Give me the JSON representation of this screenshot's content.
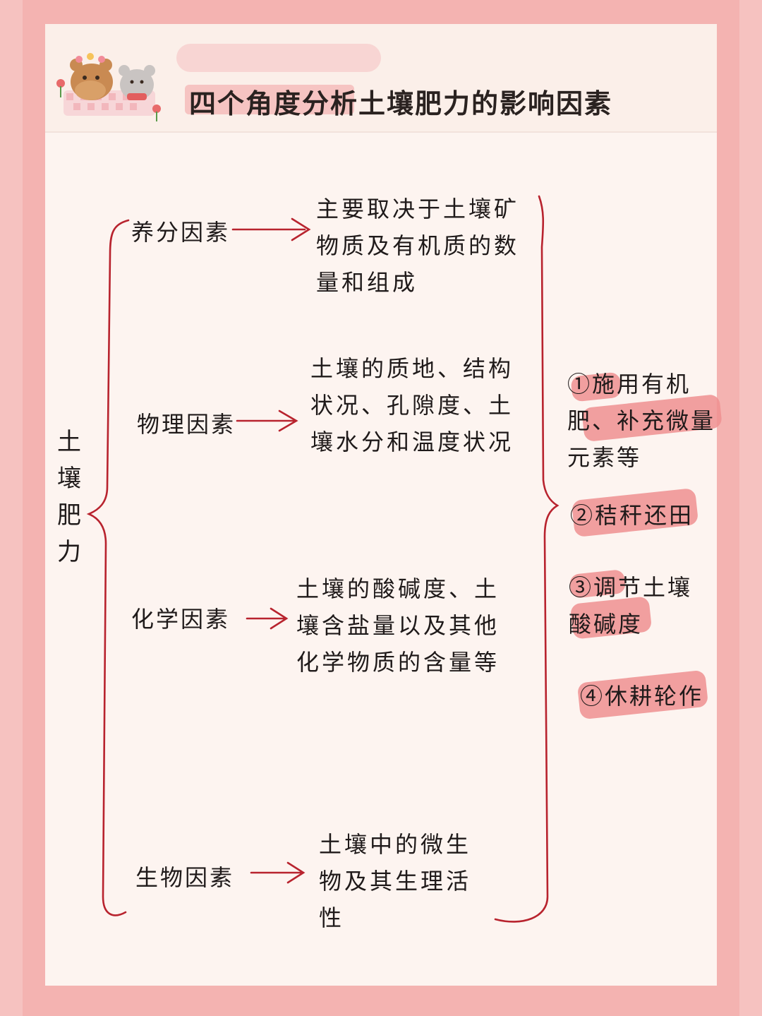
{
  "title": "四个角度分析土壤肥力的影响因素",
  "root_label": "土壤肥力",
  "factors": [
    {
      "name": "养分因素",
      "description": "主要取决于土壤矿物质及有机质的数量和组成"
    },
    {
      "name": "物理因素",
      "description": "土壤的质地、结构状况、孔隙度、土壤水分和温度状况"
    },
    {
      "name": "化学因素",
      "description": "土壤的酸碱度、土壤含盐量以及其他化学物质的含量等"
    },
    {
      "name": "生物因素",
      "description": "土壤中的微生物及其生理活性"
    }
  ],
  "measures": [
    "①施用有机肥、补充微量元素等",
    "②秸秆还田",
    "③调节土壤酸碱度",
    "④休耕轮作"
  ],
  "colors": {
    "accent": "#ee8f90",
    "line": "#b8232e",
    "frame": "#f4b3b1"
  }
}
